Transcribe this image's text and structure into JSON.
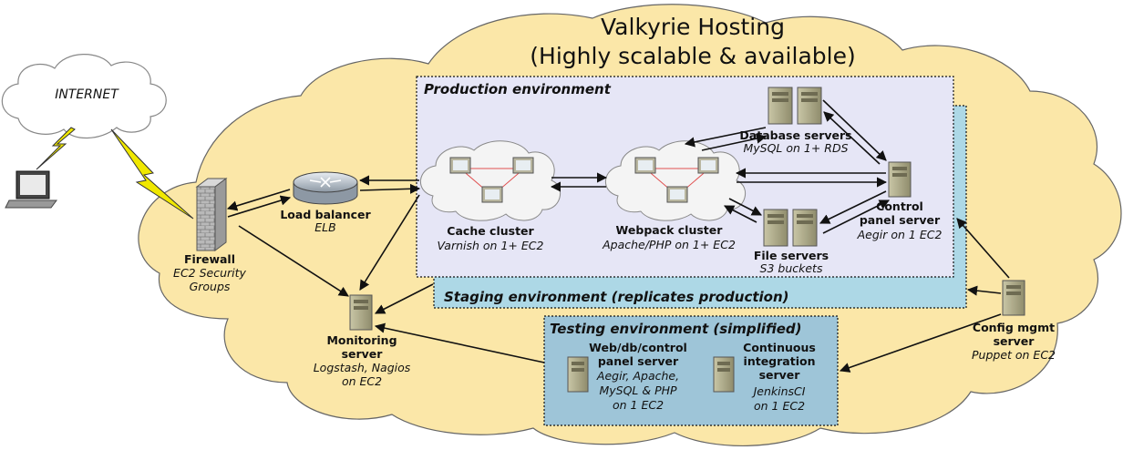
{
  "title": {
    "line1": "Valkyrie Hosting",
    "line2": "(Highly scalable & available)"
  },
  "internet": {
    "label": "INTERNET"
  },
  "firewall": {
    "name": "Firewall",
    "detail1": "EC2 Security",
    "detail2": "Groups"
  },
  "load_balancer": {
    "name": "Load balancer",
    "detail": "ELB"
  },
  "production": {
    "label": "Production environment"
  },
  "staging": {
    "label": "Staging environment (replicates production)"
  },
  "testing": {
    "label": "Testing environment (simplified)"
  },
  "cache_cluster": {
    "name": "Cache cluster",
    "detail": "Varnish on 1+ EC2"
  },
  "webpack_cluster": {
    "name": "Webpack cluster",
    "detail": "Apache/PHP on 1+ EC2"
  },
  "database_servers": {
    "name": "Database servers",
    "detail": "MySQL on 1+ RDS"
  },
  "file_servers": {
    "name": "File servers",
    "detail": "S3 buckets"
  },
  "control_panel": {
    "name1": "Control",
    "name2": "panel server",
    "detail": "Aegir on 1 EC2"
  },
  "monitoring": {
    "name1": "Monitoring",
    "name2": "server",
    "detail1": "Logstash, Nagios",
    "detail2": "on EC2"
  },
  "config_mgmt": {
    "name1": "Config mgmt",
    "name2": "server",
    "detail": "Puppet on EC2"
  },
  "test_server": {
    "name1": "Web/db/control",
    "name2": "panel server",
    "detail1": "Aegir, Apache,",
    "detail2": "MySQL & PHP",
    "detail3": "on 1 EC2"
  },
  "ci_server": {
    "name1": "Continuous",
    "name2": "integration",
    "name3": "server",
    "detail1": "JenkinsCI",
    "detail2": "on 1 EC2"
  }
}
